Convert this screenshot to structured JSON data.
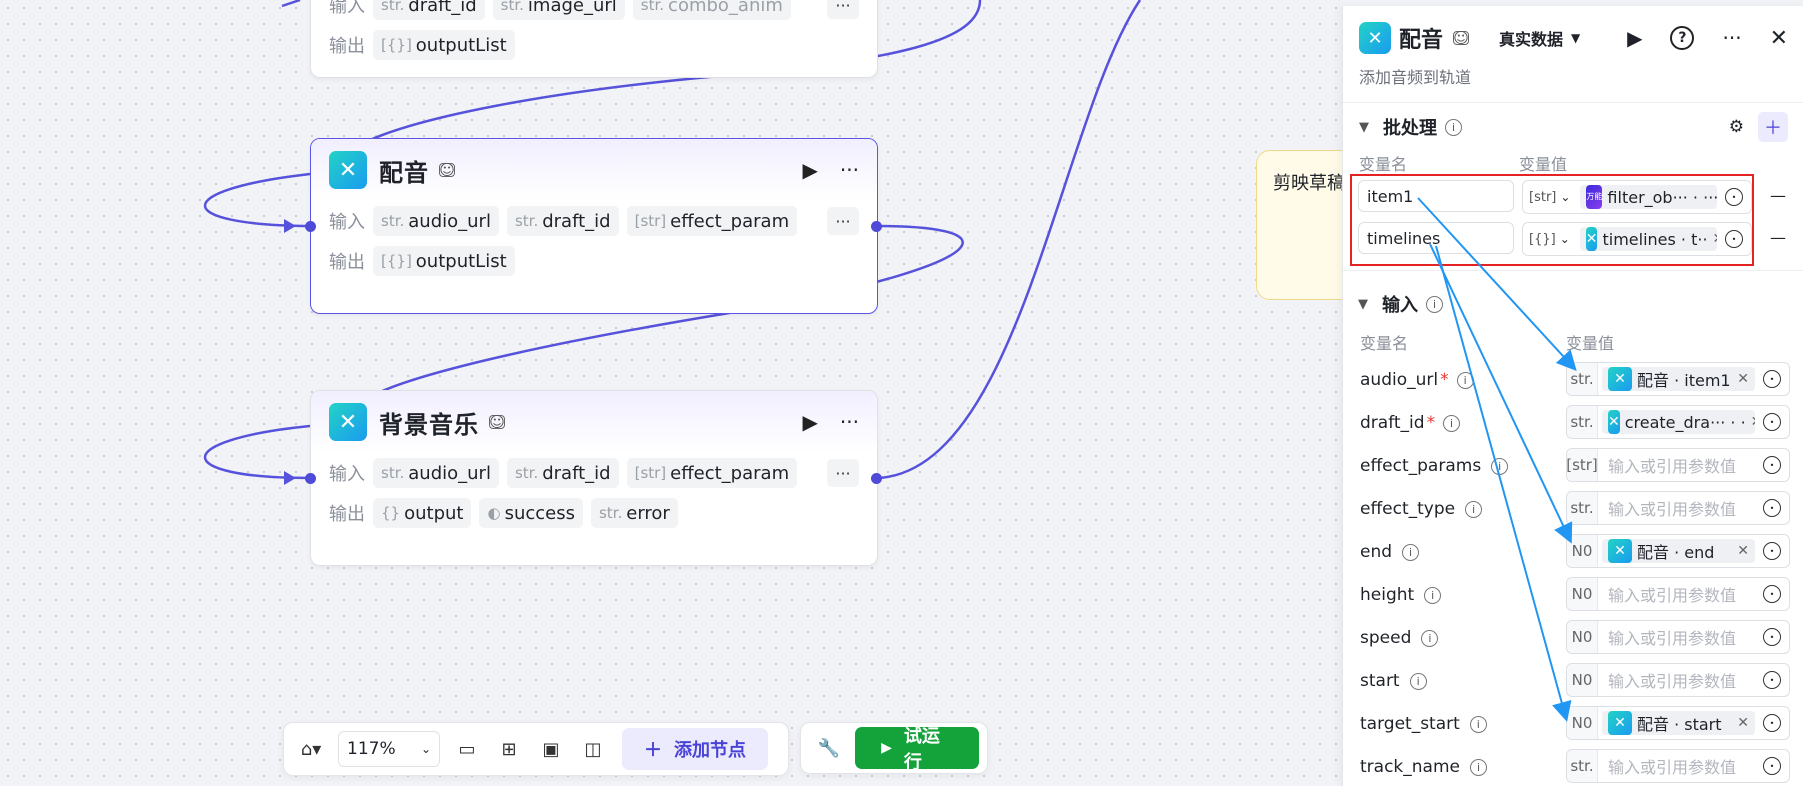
{
  "nodes": {
    "top": {
      "input_label": "输入",
      "input_chips": [
        {
          "type": "str.",
          "name": "draft_id"
        },
        {
          "type": "str.",
          "name": "image_url"
        },
        {
          "type": "str.",
          "name": "combo_anim"
        }
      ],
      "output_label": "输出",
      "output_chips": [
        {
          "type": "[{}]",
          "name": "outputList"
        }
      ]
    },
    "dubbing": {
      "title": "配音",
      "input_label": "输入",
      "input_chips": [
        {
          "type": "str.",
          "name": "audio_url"
        },
        {
          "type": "str.",
          "name": "draft_id"
        },
        {
          "type": "[str]",
          "name": "effect_param"
        }
      ],
      "output_label": "输出",
      "output_chips": [
        {
          "type": "[{}]",
          "name": "outputList"
        }
      ]
    },
    "bgm": {
      "title": "背景音乐",
      "input_label": "输入",
      "input_chips": [
        {
          "type": "str.",
          "name": "audio_url"
        },
        {
          "type": "str.",
          "name": "draft_id"
        },
        {
          "type": "[str]",
          "name": "effect_param"
        }
      ],
      "output_label": "输出",
      "output_chips": [
        {
          "type": "{}",
          "name": "output"
        },
        {
          "type": "◐",
          "name": "success"
        },
        {
          "type": "str.",
          "name": "error"
        }
      ]
    }
  },
  "note": {
    "text": "剪映草稿"
  },
  "toolbar": {
    "zoom": "117%",
    "add_node": "添加节点",
    "run": "试运行"
  },
  "panel": {
    "title": "配音",
    "data_mode": "真实数据",
    "subtitle": "添加音频到轨道",
    "batch": {
      "title": "批处理",
      "col_name": "变量名",
      "col_value": "变量值",
      "rows": [
        {
          "name": "item1",
          "type": "[str]",
          "ref": "filter_ob··· · ···"
        },
        {
          "name": "timelines",
          "type": "[{}]",
          "ref": "timelines · t··"
        }
      ]
    },
    "inputs": {
      "title": "输入",
      "col_name": "变量名",
      "col_value": "变量值",
      "placeholder": "输入或引用参数值",
      "rows": [
        {
          "name": "audio_url",
          "required": "*",
          "type": "str.",
          "ref": "配音 · item1"
        },
        {
          "name": "draft_id",
          "required": "*",
          "type": "str.",
          "ref": "create_dra··· · ·"
        },
        {
          "name": "effect_params",
          "required": "",
          "type": "[str]",
          "ref": ""
        },
        {
          "name": "effect_type",
          "required": "",
          "type": "str.",
          "ref": ""
        },
        {
          "name": "end",
          "required": "",
          "type": "N0",
          "ref": "配音 · end"
        },
        {
          "name": "height",
          "required": "",
          "type": "N0",
          "ref": ""
        },
        {
          "name": "speed",
          "required": "",
          "type": "N0",
          "ref": ""
        },
        {
          "name": "start",
          "required": "",
          "type": "N0",
          "ref": ""
        },
        {
          "name": "target_start",
          "required": "",
          "type": "N0",
          "ref": "配音 · start"
        },
        {
          "name": "track_name",
          "required": "",
          "type": "str.",
          "ref": ""
        }
      ]
    }
  },
  "colors": {
    "accent": "#4f4ad8",
    "run": "#14a33a",
    "highlight": "#e52323",
    "arrow": "#2196f3"
  }
}
